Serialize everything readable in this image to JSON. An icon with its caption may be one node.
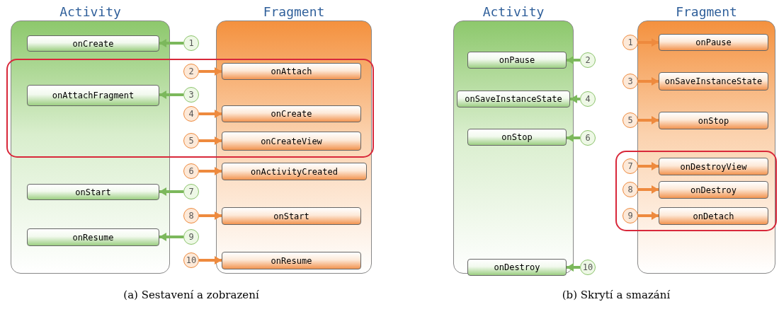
{
  "diagram": {
    "nodes": [
      {
        "text": [
          "Activity"
        ]
      },
      {
        "text": [
          "Fragment"
        ]
      },
      {
        "text": [
          "onCreate"
        ],
        "in": 0
      },
      {
        "text": [
          "onAttachFragment"
        ],
        "in": 0
      },
      {
        "text": [
          "onStart"
        ],
        "in": 0
      },
      {
        "text": [
          "onResume"
        ],
        "in": 0
      },
      {
        "text": [
          "onAttach"
        ],
        "in": 1
      },
      {
        "text": [
          "onCreate"
        ],
        "in": 1
      },
      {
        "text": [
          "onCreateView"
        ],
        "in": 1
      },
      {
        "text": [
          "onActivityCreated"
        ],
        "in": 1
      },
      {
        "text": [
          "onStart"
        ],
        "in": 1
      },
      {
        "text": [
          "onResume"
        ],
        "in": 1
      },
      {
        "text": [
          "1"
        ]
      },
      {
        "text": [
          "2"
        ]
      },
      {
        "text": [
          "3"
        ]
      },
      {
        "text": [
          "4"
        ]
      },
      {
        "text": [
          "5"
        ]
      },
      {
        "text": [
          "6"
        ]
      },
      {
        "text": [
          "7"
        ]
      },
      {
        "text": [
          "8"
        ]
      },
      {
        "text": [
          "9"
        ]
      },
      {
        "text": [
          "10"
        ]
      },
      {
        "text": [
          "Activity"
        ]
      },
      {
        "text": [
          "Fragment"
        ]
      },
      {
        "text": [
          "onPause"
        ],
        "in": 22
      },
      {
        "text": [
          "onSaveInstanceState"
        ],
        "in": 22
      },
      {
        "text": [
          "onStop"
        ],
        "in": 22
      },
      {
        "text": [
          "onDestroy"
        ],
        "in": 22
      },
      {
        "text": [
          "onPause"
        ],
        "in": 23
      },
      {
        "text": [
          "onSaveInstanceState"
        ],
        "in": 23
      },
      {
        "text": [
          "onStop"
        ],
        "in": 23
      },
      {
        "text": [
          "onDestroyView"
        ],
        "in": 23
      },
      {
        "text": [
          "onDestroy"
        ],
        "in": 23
      },
      {
        "text": [
          "onDetach"
        ],
        "in": 23
      },
      {
        "text": [
          "1"
        ]
      },
      {
        "text": [
          "2"
        ]
      },
      {
        "text": [
          "3"
        ]
      },
      {
        "text": [
          "4"
        ]
      },
      {
        "text": [
          "5"
        ]
      },
      {
        "text": [
          "6"
        ]
      },
      {
        "text": [
          "7"
        ]
      },
      {
        "text": [
          "8"
        ]
      },
      {
        "text": [
          "9"
        ]
      },
      {
        "text": [
          "10"
        ]
      }
    ],
    "edges": [
      {
        "from": 12,
        "to": 2,
        "arrow": "to",
        "color": "#7cb85c"
      },
      {
        "from": 13,
        "to": 6,
        "arrow": "to"
      },
      {
        "from": 14,
        "to": 3,
        "arrow": "to",
        "color": "#7cb85c"
      },
      {
        "from": 15,
        "to": 7,
        "arrow": "to"
      },
      {
        "from": 16,
        "to": 8,
        "arrow": "to"
      },
      {
        "from": 17,
        "to": 9,
        "arrow": "to"
      },
      {
        "from": 18,
        "to": 4,
        "arrow": "to",
        "color": "#7cb85c"
      },
      {
        "from": 19,
        "to": 10,
        "arrow": "to"
      },
      {
        "from": 20,
        "to": 5,
        "arrow": "to",
        "color": "#7cb85c"
      },
      {
        "from": 21,
        "to": 11,
        "arrow": "to"
      },
      {
        "from": 34,
        "to": 28,
        "arrow": "to"
      },
      {
        "from": 35,
        "to": 24,
        "arrow": "to",
        "color": "#7cb85c"
      },
      {
        "from": 36,
        "to": 29,
        "arrow": "to"
      },
      {
        "from": 37,
        "to": 25,
        "arrow": "to",
        "color": "#7cb85c"
      },
      {
        "from": 38,
        "to": 30,
        "arrow": "to"
      },
      {
        "from": 39,
        "to": 26,
        "arrow": "to",
        "color": "#7cb85c"
      },
      {
        "from": 40,
        "to": 31,
        "arrow": "to"
      },
      {
        "from": 41,
        "to": 32,
        "arrow": "to"
      },
      {
        "from": 42,
        "to": 33,
        "arrow": "to"
      },
      {
        "from": 43,
        "to": 27,
        "arrow": "to",
        "color": "#7cb85c"
      }
    ],
    "labels": [
      "(a) Sestavení a zobrazení",
      "(b) Skrytí a smazání"
    ]
  }
}
